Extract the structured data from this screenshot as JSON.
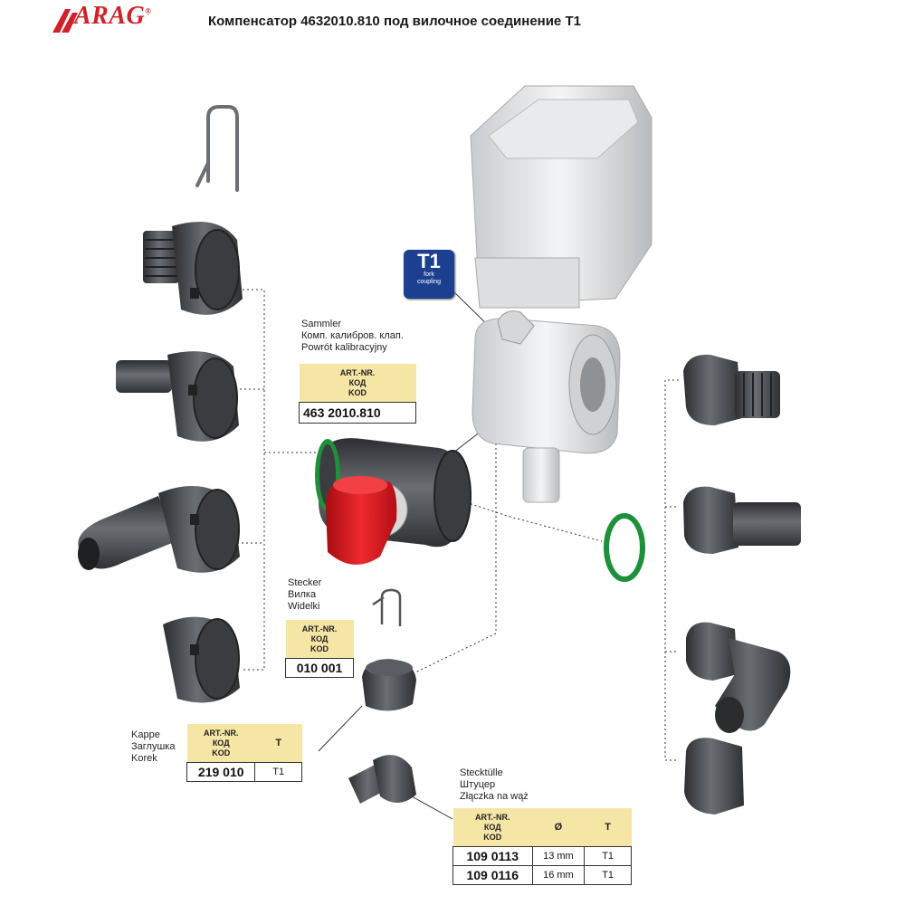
{
  "header": {
    "brand": "ARAG",
    "registered": "®",
    "title": "Компенсатор 4632010.810 под вилочное соединение T1"
  },
  "badge": {
    "code": "T1",
    "line1": "fork",
    "line2": "coupling"
  },
  "sammler": {
    "labels": [
      "Sammler",
      "Комп. калибров. клап.",
      "Powrót kalibracyjny"
    ],
    "headers": [
      "ART.-NR.",
      "КОД",
      "KOD"
    ],
    "code": "463 2010.810"
  },
  "stecker": {
    "labels": [
      "Stecker",
      "Вилка",
      "Widelki"
    ],
    "headers": [
      "ART.-NR.",
      "КОД",
      "KOD"
    ],
    "code": "010 001"
  },
  "kappe": {
    "labels": [
      "Kappe",
      "Заглушка",
      "Korek"
    ],
    "headers": [
      "ART.-NR.",
      "КОД",
      "KOD"
    ],
    "col2_header": "T",
    "code": "219 010",
    "type": "T1"
  },
  "stecktulle": {
    "labels": [
      "Stecktülle",
      "Штуцер",
      "Złączka na wąż"
    ],
    "headers": [
      "ART.-NR.",
      "КОД",
      "KOD"
    ],
    "col2_header": "Ø",
    "col3_header": "T",
    "rows": [
      {
        "code": "109 0113",
        "diameter": "13 mm",
        "type": "T1"
      },
      {
        "code": "109 0116",
        "diameter": "16 mm",
        "type": "T1"
      }
    ]
  },
  "colors": {
    "brand_red": "#d0202a",
    "part_dark": "#4a4d51",
    "knob_red": "#d7141a",
    "oring_green": "#1e8f3a",
    "badge_blue": "#1d3f8f",
    "table_header": "#f6e6a6"
  }
}
